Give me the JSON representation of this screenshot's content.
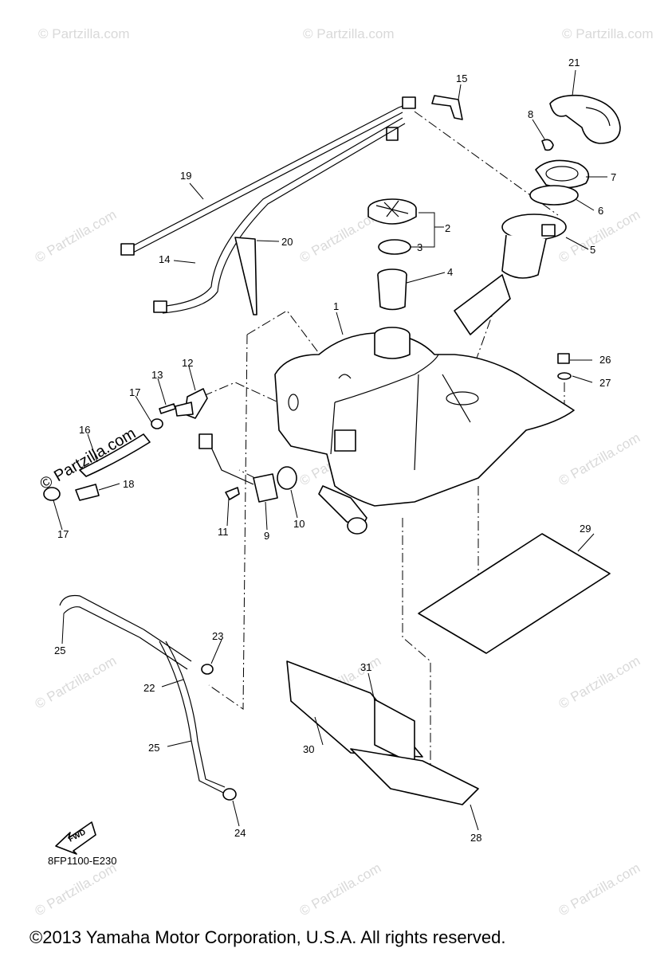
{
  "watermark": "© Partzilla.com",
  "diagram_code": "8FP1100-E230",
  "copyright": "©2013 Yamaha Motor Corporation, U.S.A. All rights reserved.",
  "fwd_label": "FWD",
  "callouts": [
    "1",
    "2",
    "3",
    "4",
    "5",
    "6",
    "7",
    "8",
    "9",
    "10",
    "11",
    "12",
    "13",
    "14",
    "15",
    "16",
    "17",
    "18",
    "19",
    "20",
    "21",
    "22",
    "23",
    "24",
    "25",
    "26",
    "27",
    "28",
    "29",
    "30",
    "31"
  ]
}
